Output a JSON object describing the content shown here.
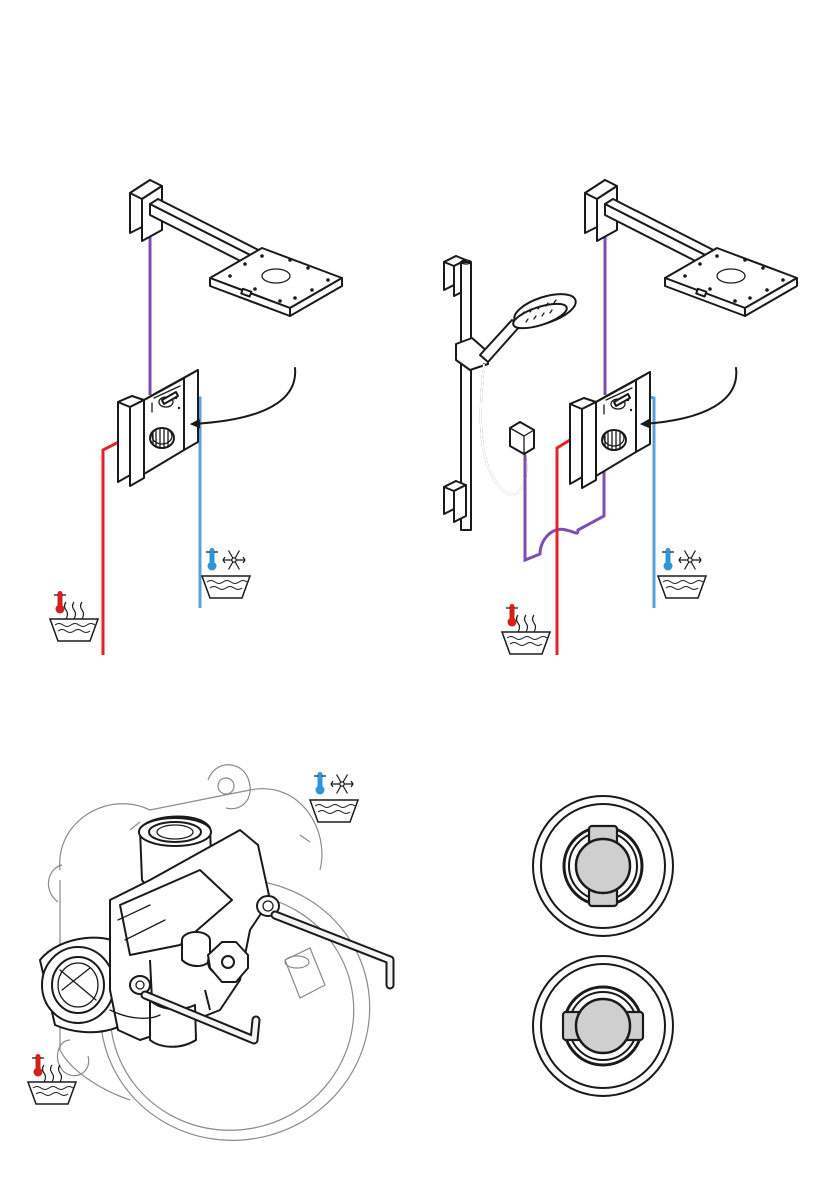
{
  "colors": {
    "hot_pipe": "#e3232a",
    "cold_pipe": "#5aa0d8",
    "mixed_pipe": "#7b4fb0",
    "line": "#1a1a1a",
    "grey_fill": "#cfcfcf",
    "hot_symbol": "#d4201f",
    "cold_symbol": "#2f95d4"
  },
  "icons": {
    "hot_water": "thermometer-heat-waves-bowl-icon",
    "cold_water": "thermometer-snowflake-bowl-icon",
    "direction": "curved-arrow-icon"
  },
  "panels": [
    "overhead-shower-with-thermostatic-mixer",
    "overhead-and-hand-shower-with-thermostatic-mixer",
    "concealed-body-with-hex-keys",
    "stop-valve-open-closed-positions"
  ]
}
